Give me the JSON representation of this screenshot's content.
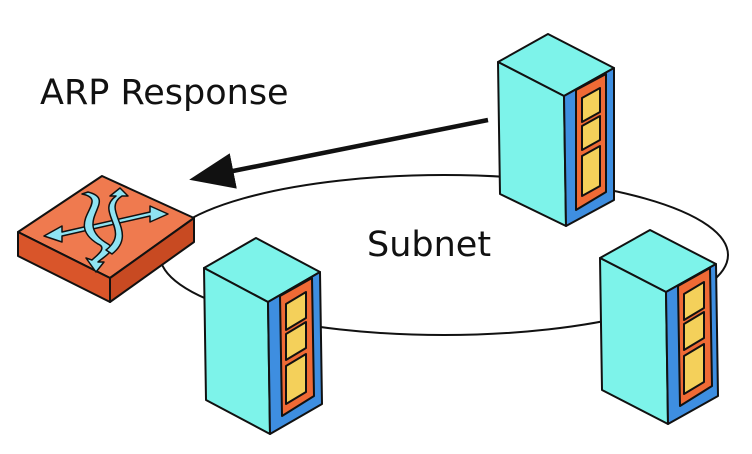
{
  "labels": {
    "arp_response": "ARP Response",
    "subnet": "Subnet"
  },
  "nodes": [
    {
      "id": "switch",
      "icon": "switch-icon"
    },
    {
      "id": "server-top",
      "icon": "server-icon"
    },
    {
      "id": "server-bottom-left",
      "icon": "server-icon"
    },
    {
      "id": "server-bottom-right",
      "icon": "server-icon"
    }
  ],
  "colors": {
    "server_front": "#7df3ea",
    "server_side": "#3e8ee0",
    "server_panel": "#ef6a35",
    "server_panel_light": "#f4d05a",
    "switch_body": "#ef7a4f",
    "switch_side": "#d9552a",
    "switch_arrows": "#8fe3f2",
    "outline": "#111111"
  }
}
